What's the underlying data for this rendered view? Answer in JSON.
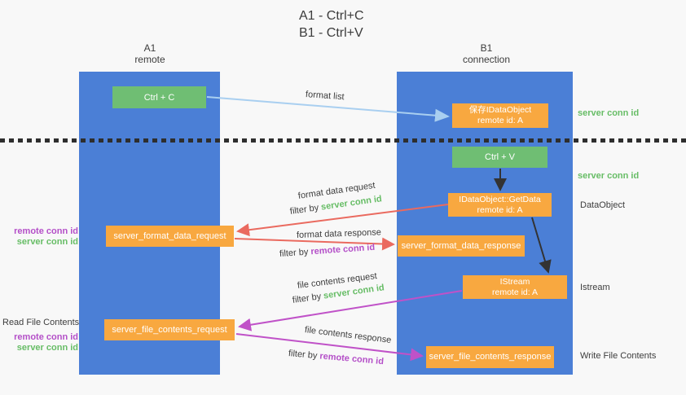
{
  "title": {
    "line1": "A1 - Ctrl+C",
    "line2": "B1 - Ctrl+V"
  },
  "columns": [
    {
      "name": "A1",
      "role": "remote"
    },
    {
      "name": "B1",
      "role": "connection"
    }
  ],
  "nodes": {
    "ctrl_c": "Ctrl + C",
    "ctrl_v": "Ctrl + V",
    "save_idataobject": {
      "line1": "保存IDataObject",
      "line2": "remote id: A"
    },
    "getdata": {
      "line1": "IDataObject::GetData",
      "line2": "remote id: A"
    },
    "istream": {
      "line1": "IStream",
      "line2": "remote id: A"
    },
    "format_request": "server_format_data_request",
    "format_response": "server_format_data_response",
    "file_request": "server_file_contents_request",
    "file_response": "server_file_contents_response"
  },
  "flow_labels": {
    "format_list": "format list",
    "format_data_request": "format data request",
    "format_data_response": "format data response",
    "file_contents_request": "file contents request",
    "file_contents_response": "file contents response",
    "filter_by_prefix": "filter by ",
    "filter_key_server": "server conn id",
    "filter_key_remote": "remote conn id"
  },
  "left_labels": {
    "pair1_remote": "remote conn id",
    "pair1_server": "server conn id",
    "read_file": "Read File Contents",
    "pair2_remote": "remote conn id",
    "pair2_server": "server conn id"
  },
  "right_labels": {
    "server_conn_1": "server conn id",
    "server_conn_2": "server conn id",
    "dataobject": "DataObject",
    "istream": "Istream",
    "write_file": "Write File Contents"
  },
  "colors": {
    "lane_blue": "#4b7fd6",
    "node_orange": "#f8a840",
    "key_green": "#6fbe73",
    "green_text": "#67bd66",
    "purple_text": "#b44fc8",
    "red_arrow": "#ea6a5f",
    "purple_arrow": "#c052c8",
    "light_blue_arrow": "#a9cff0",
    "black_arrow": "#333333",
    "divider": "#2e2e2e"
  }
}
